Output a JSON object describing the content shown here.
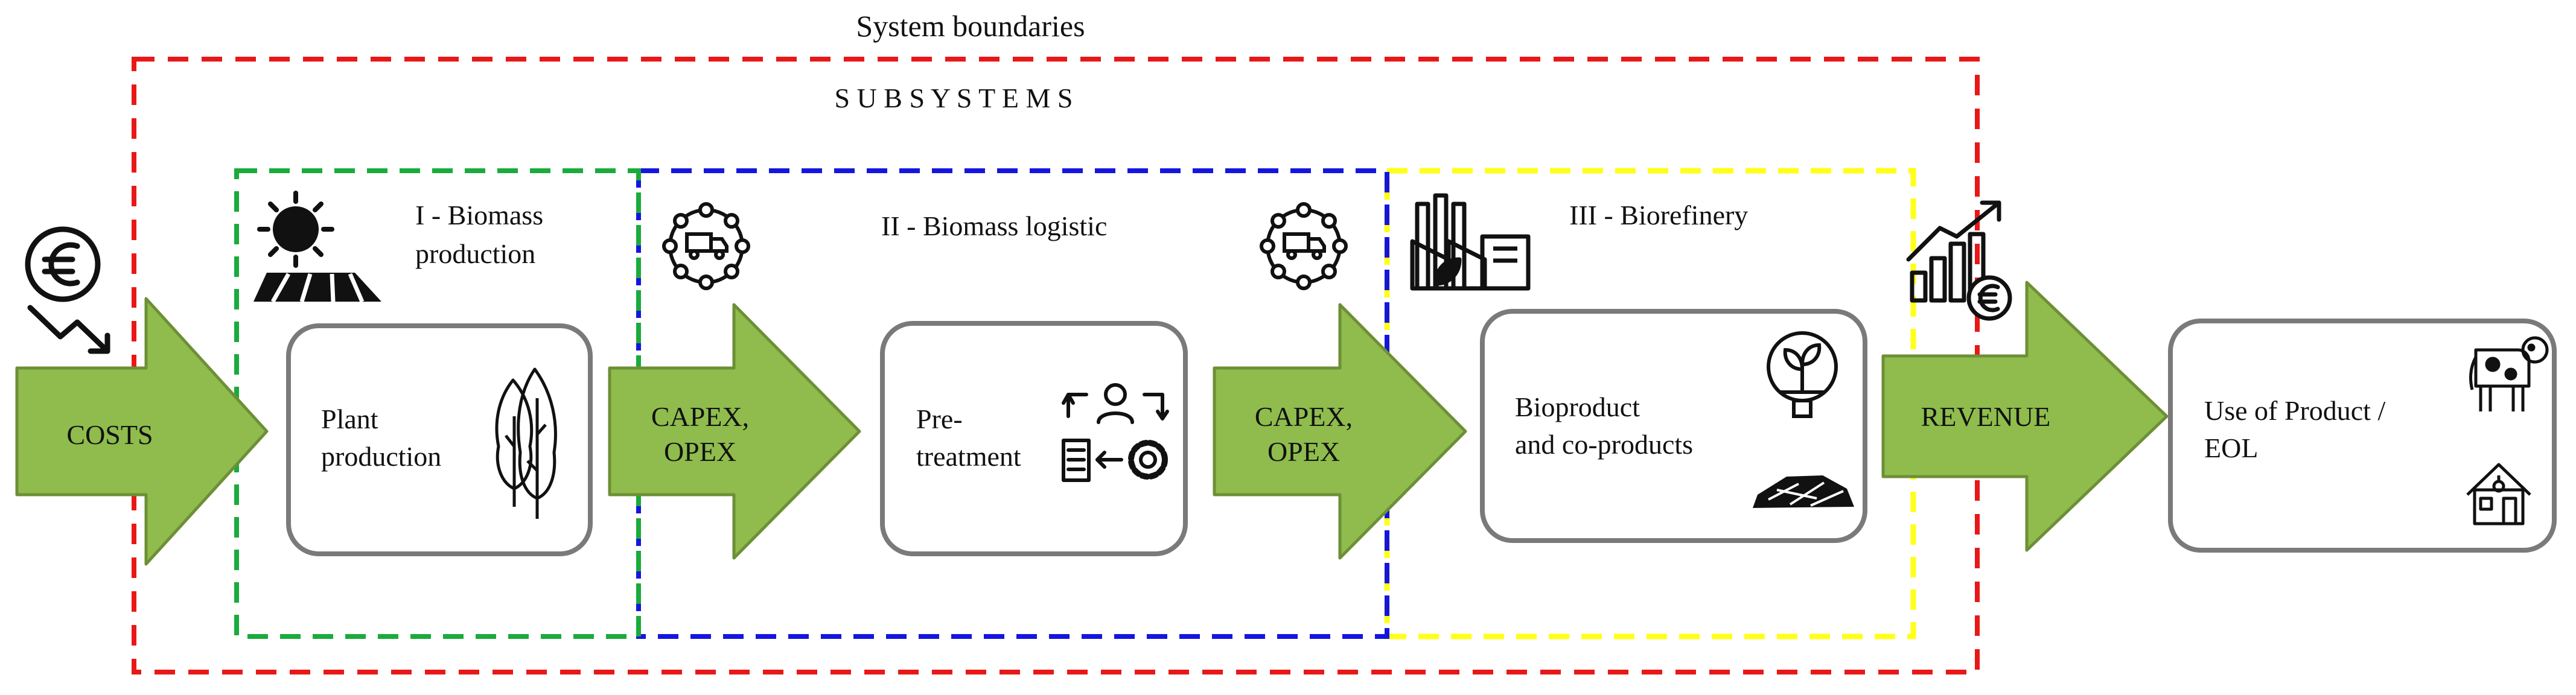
{
  "title": "System boundaries",
  "subtitle": "S U B S Y S T E M S",
  "subsystems": {
    "s1": {
      "title_line1": "I - Biomass",
      "title_line2": "production",
      "color": "#1aab3c"
    },
    "s2": {
      "title": "II - Biomass logistic",
      "color": "#1515e0"
    },
    "s3": {
      "title": "III - Biorefinery",
      "color": "#ffff1a"
    }
  },
  "boundary_color": "#e81818",
  "arrows": {
    "costs": "COSTS",
    "capex1_line1": "CAPEX,",
    "capex1_line2": "OPEX",
    "capex2_line1": "CAPEX,",
    "capex2_line2": "OPEX",
    "revenue": "REVENUE",
    "fill": "#8fbc4c",
    "stroke": "#6d8f36"
  },
  "boxes": {
    "plant_line1": "Plant",
    "plant_line2": "production",
    "pre_line1": "Pre-",
    "pre_line2": "treatment",
    "bio_line1": "Bioproduct",
    "bio_line2": "and co-products",
    "use_line1": "Use of Product /",
    "use_line2": "EOL"
  },
  "icons": {
    "euro_down": "euro-decreasing-icon",
    "sun_field": "sun-over-field-icon",
    "logistics1": "truck-network-icon",
    "logistics2": "truck-network-icon",
    "factory": "biorefinery-factory-icon",
    "growth_euro": "rising-chart-euro-icon",
    "trees": "poplar-trees-icon",
    "process": "worker-process-gear-icon",
    "bioproduct": "seedling-cycle-icon",
    "coproduct": "wood-chips-icon",
    "cow": "cow-icon",
    "house": "house-thermometer-icon"
  }
}
